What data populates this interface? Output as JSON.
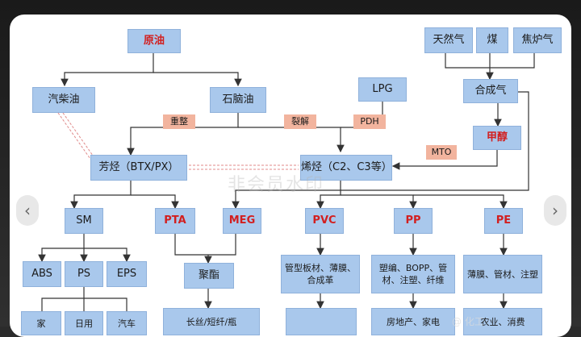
{
  "nodes": {
    "crude_oil": "原油",
    "diesel": "汽柴油",
    "naphtha": "石脑油",
    "lpg": "LPG",
    "natural_gas": "天然气",
    "coal": "煤",
    "coke_gas": "焦炉气",
    "syngas": "合成气",
    "methanol": "甲醇",
    "aromatics": "芳烃（BTX/PX）",
    "olefins": "烯烃（C2、C3等）",
    "sm": "SM",
    "pta": "PTA",
    "meg": "MEG",
    "pvc": "PVC",
    "pp": "PP",
    "pe": "PE",
    "abs": "ABS",
    "ps": "PS",
    "eps": "EPS",
    "polyester": "聚酯",
    "pvc_use": "管型板材、薄膜、合成革",
    "pp_use": "塑编、BOPP、管材、注塑、纤维",
    "pe_use": "薄膜、管材、注塑",
    "bottom_1": "家",
    "bottom_2": "日用",
    "bottom_3": "汽车",
    "bottom_4": "长丝/短纤/瓶",
    "bottom_5": "房地产、家电",
    "bottom_6": "农业、消费"
  },
  "tags": {
    "reforming": "重整",
    "cracking": "裂解",
    "pdh": "PDH",
    "mto": "MTO"
  },
  "watermark": "非会员水印",
  "nav": {
    "prev": "‹",
    "next": "›"
  },
  "overlay": "@ 化工"
}
